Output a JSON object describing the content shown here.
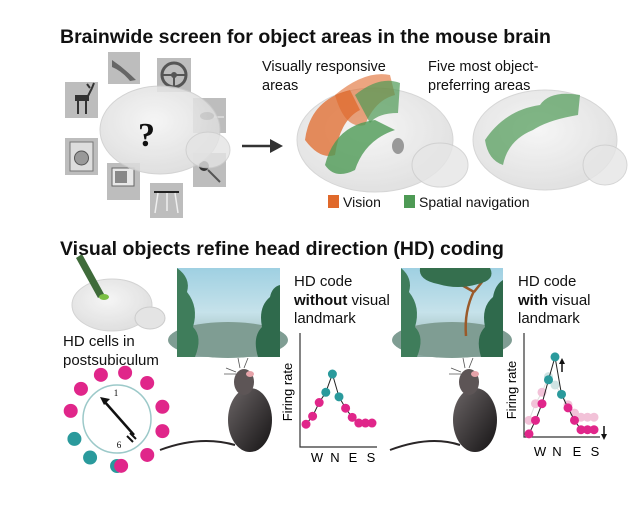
{
  "section1": {
    "title": "Brainwide screen for object areas in the mouse brain",
    "question_mark": "?",
    "visually_responsive": [
      "Visually responsive",
      "areas"
    ],
    "object_preferring": [
      "Five most object-",
      "preferring areas"
    ],
    "legend": [
      {
        "label": "Vision",
        "color": "#e0692b"
      },
      {
        "label": "Spatial navigation",
        "color": "#4e9a55"
      }
    ],
    "stimuli": [
      "eagle-icon",
      "steering-wheel-icon",
      "deer-icon",
      "mouse-icon",
      "washing-machine-icon",
      "magnifier-icon",
      "camera-icon",
      "table-icon"
    ]
  },
  "section2": {
    "title": "Visual objects refine head direction (HD) coding",
    "hd_cells": [
      "HD cells in",
      "postsubiculum"
    ],
    "clock_numbers": [
      "1",
      "6"
    ],
    "without_label": {
      "line1": "HD code",
      "bold": "without",
      "rest": " visual",
      "line3": "landmark"
    },
    "with_label": {
      "line1": "HD code",
      "bold": "with",
      "rest": " visual",
      "line3": "landmark"
    }
  },
  "colors": {
    "teal": "#2a9a9c",
    "pink": "#e0268a",
    "faded_pink": "#f2c2d8"
  },
  "chart_data": [
    {
      "type": "line",
      "title": "HD code without visual landmark",
      "ylabel": "Firing rate",
      "xticks": [
        "W",
        "N",
        "E",
        "S"
      ],
      "values": [
        0.2,
        0.27,
        0.39,
        0.48,
        0.64,
        0.44,
        0.34,
        0.26,
        0.21,
        0.21,
        0.21
      ],
      "highlight": [
        3,
        4,
        5
      ]
    },
    {
      "type": "line",
      "title": "HD code with visual landmark",
      "ylabel": "Firing rate",
      "xticks": [
        "W",
        "N",
        "E",
        "S"
      ],
      "values": [
        0.03,
        0.16,
        0.32,
        0.55,
        0.77,
        0.41,
        0.28,
        0.16,
        0.07,
        0.07,
        0.07
      ],
      "baseline_values": [
        0.16,
        0.32,
        0.43,
        0.58,
        0.5,
        0.41,
        0.31,
        0.23,
        0.19,
        0.19,
        0.19
      ],
      "highlight": [
        3,
        4,
        5
      ]
    }
  ]
}
